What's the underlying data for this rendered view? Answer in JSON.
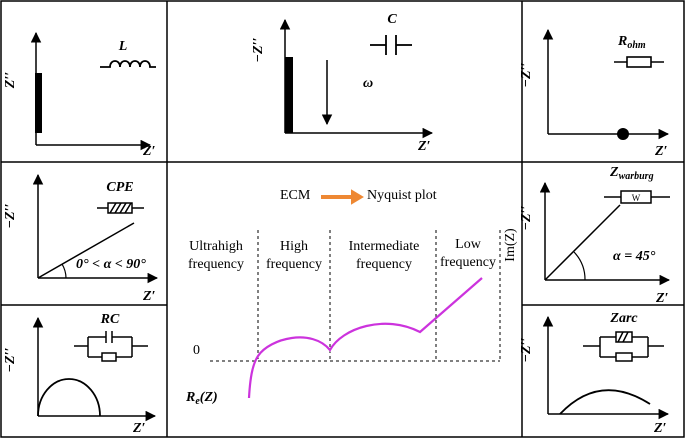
{
  "axes": {
    "z_imag": "−Z′′",
    "z_imag_short": "Z′′",
    "z_real": "Z′"
  },
  "elements": {
    "inductor": "L",
    "capacitor": "C",
    "omega": "ω",
    "resistor": "R",
    "resistor_sub": "ohm",
    "cpe": "CPE",
    "cpe_condition": "0° < α < 90°",
    "warburg": "Z",
    "warburg_sub": "warburg",
    "warburg_box": "W",
    "warburg_condition": "α = 45°",
    "rc": "RC",
    "zarc": "Zarc"
  },
  "center": {
    "ecm_label": "ECM",
    "nyquist_label": "Nyquist  plot",
    "regions": [
      {
        "line1": "Ultrahigh",
        "line2": "frequency"
      },
      {
        "line1": "High",
        "line2": "frequency"
      },
      {
        "line1": "Intermediate",
        "line2": "frequency"
      },
      {
        "line1": "Low",
        "line2": "frequency"
      }
    ],
    "im_axis_label": "Im(Z)",
    "zero_label": "0",
    "re_axis_main": "R",
    "re_axis_sub": "e",
    "re_axis_tail": "(Z)"
  },
  "colors": {
    "curve": "#cc33dd",
    "arrow": "#ee8833",
    "line": "#000000"
  }
}
